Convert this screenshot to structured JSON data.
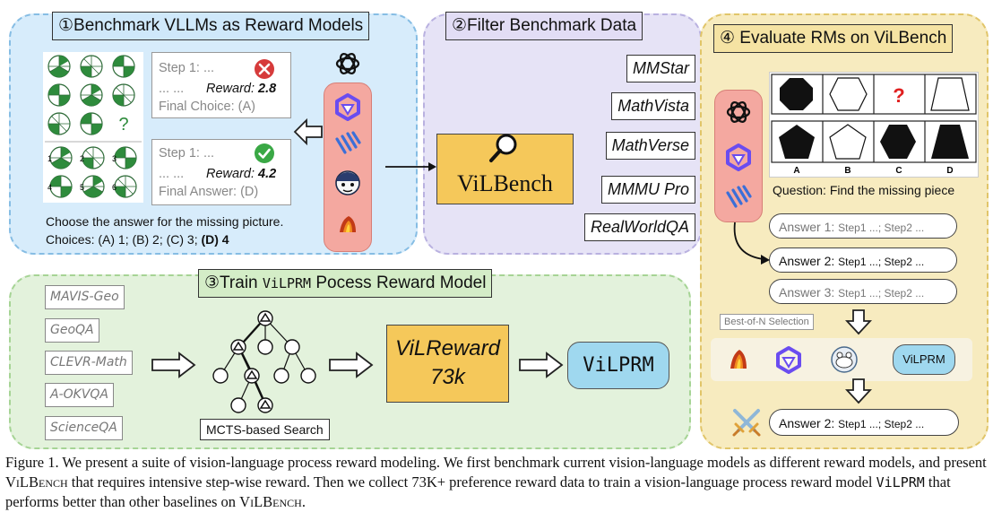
{
  "panel1": {
    "title": "①Benchmark VLLMs as Reward Models",
    "step_box_1": {
      "step": "Step 1: ...",
      "dots": "... ...",
      "reward_label": "Reward: ",
      "reward_value": "2.8",
      "final": "Final Choice: (A)"
    },
    "step_box_2": {
      "step": "Step 1: ...",
      "dots": "... ...",
      "reward_label": "Reward: ",
      "reward_value": "4.2",
      "final": "Final Answer: (D)"
    },
    "question": "Choose the answer for the missing picture.",
    "choices_prefix": "Choices: (A) 1; (B) 2; (C) 3; ",
    "choices_bold": "(D) 4",
    "missing_mark": "?",
    "option_numbers": [
      "1",
      "2",
      "3",
      "4",
      "5",
      "6"
    ]
  },
  "panel2": {
    "title": "②Filter Benchmark Data",
    "center_box": "ViLBench",
    "benchmarks": [
      "MMStar",
      "MathVista",
      "MathVerse",
      "MMMU Pro",
      "RealWorldQA"
    ]
  },
  "panel3": {
    "title_prefix": "③Train ",
    "title_mono": "ViLPRM",
    "title_suffix": " Pocess Reward Model",
    "datasets": [
      "MAVIS-Geo",
      "GeoQA",
      "CLEVR-Math",
      "A-OKVQA",
      "ScienceQA"
    ],
    "search_label": "MCTS-based Search",
    "reward_box_line1": "ViLReward",
    "reward_box_line2": "73k",
    "output_box": "ViLPRM"
  },
  "panel4": {
    "title": "④ Evaluate RMs on ViLBench",
    "missing_mark": "?",
    "option_labels": [
      "A",
      "B",
      "C",
      "D"
    ],
    "question": "Question: Find the missing piece",
    "answers": [
      {
        "label": "Answer 1: ",
        "detail": "Step1 ...; Step2 ..."
      },
      {
        "label": "Answer 2: ",
        "detail": "Step1 ...; Step2 ..."
      },
      {
        "label": "Answer 3: ",
        "detail": "Step1 ...; Step2 ..."
      }
    ],
    "selection_label": "Best-of-N Selection",
    "vilprm_box": "ViLPRM",
    "final_answer": {
      "label": "Answer 2: ",
      "detail": "Step1 ...; Step2 ..."
    }
  },
  "caption": {
    "part1": "Figure 1. We present a suite of vision-language process reward modeling. We first benchmark current vision-language models as different reward models, and present ",
    "vilbench": "ViLBench",
    "part2": " that requires intensive step-wise reward. Then we collect 73K+ preference reward data to train a vision-language process reward model ",
    "vilprm": "ViLPRM",
    "part3": " that performs better than other baselines on ",
    "vilbench2": "ViLBench",
    "part4": "."
  },
  "colors": {
    "panel1": "#d7ecfb",
    "panel2": "#e6e3f6",
    "panel3": "#e3f2dc",
    "panel4": "#f7ebbf",
    "wheel_green": "#2e8b3c",
    "reward_box": "#f5c85a",
    "model_column": "#f4a8a0",
    "vilprm_box": "#9fd8ef",
    "wrong": "#d63b3b",
    "right": "#3aa845"
  }
}
